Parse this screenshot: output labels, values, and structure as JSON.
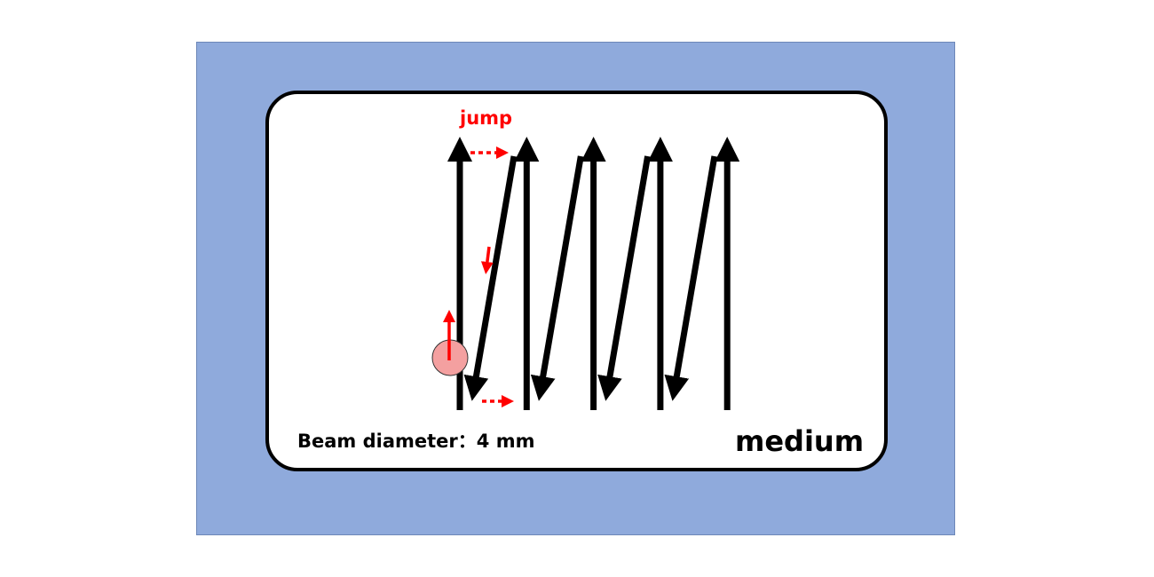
{
  "labels": {
    "jump": "jump",
    "beam": "Beam diameter：4 mm",
    "medium": "medium"
  },
  "colors": {
    "background": "#8faadc",
    "scan": "#000000",
    "jump": "#ff0000",
    "beam_spot": "#f4a0a0"
  },
  "scan_lines": 5
}
